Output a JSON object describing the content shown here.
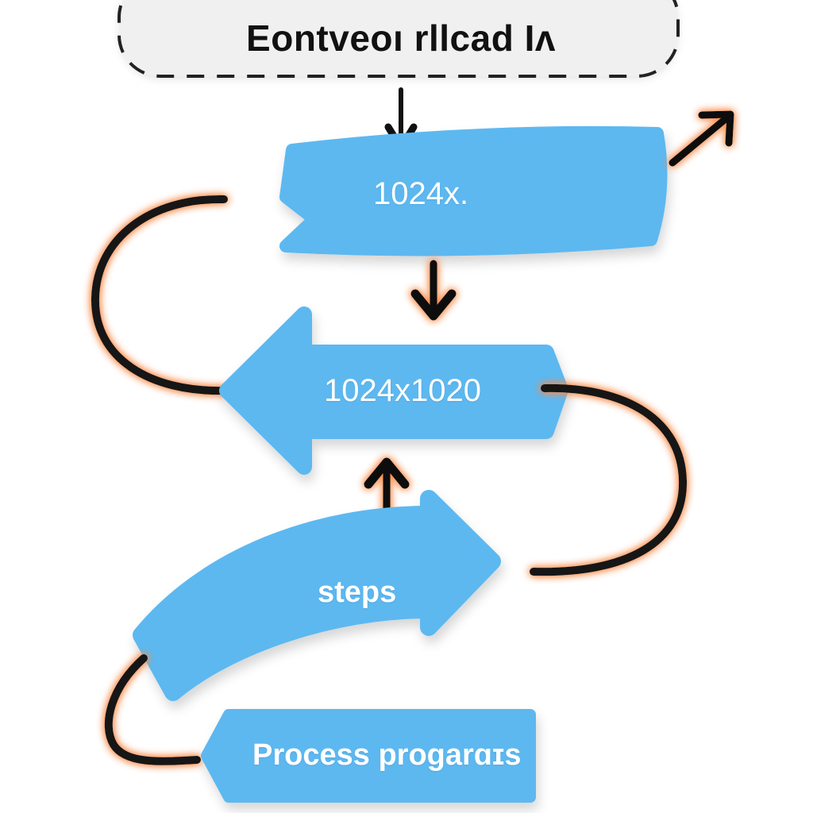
{
  "diagram": {
    "type": "flowchart",
    "background_color": "#ffffff",
    "shape_fill_color": "#5db8f0",
    "shape_text_color": "#ffffff",
    "connector_color": "#151515",
    "connector_glow_color": "#f98c4b",
    "start_box": {
      "label": "Eontveoı rllcad Iʌ",
      "shape": "rounded-rectangle-dashed",
      "fill": "#f0f0f0",
      "border_style": "dashed",
      "border_color": "#222222",
      "text_color": "#111111"
    },
    "nodes": [
      {
        "id": "banner1",
        "label": "1024x.",
        "shape": "curved-ribbon-banner",
        "notched_edge": "left"
      },
      {
        "id": "arrow2",
        "label": "1024x1020",
        "shape": "left-pointing-arrow",
        "notched_edge": "right"
      },
      {
        "id": "steps",
        "label": "steps",
        "shape": "curved-right-arrow"
      },
      {
        "id": "process",
        "label": "Process progarɑɪs",
        "shape": "pentagon-chevron",
        "notched_edge": "left"
      }
    ],
    "connectors": [
      {
        "id": "start-to-banner1",
        "kind": "straight-down-arrow",
        "glow": false
      },
      {
        "id": "banner1-to-arrow2",
        "kind": "straight-down-arrow",
        "glow": true
      },
      {
        "id": "arrow2-to-steps",
        "kind": "straight-up-arrow",
        "glow": true
      },
      {
        "id": "banner1-top-right-out",
        "kind": "diagonal-up-right-arrow",
        "glow": true
      },
      {
        "id": "left-loop-banner1-arrow2",
        "kind": "c-curve-left",
        "glow": true
      },
      {
        "id": "right-loop-arrow2-steps",
        "kind": "d-curve-right",
        "glow": true
      },
      {
        "id": "bottom-left-loop-steps-process",
        "kind": "c-curve-left-small",
        "glow": true
      },
      {
        "id": "process-right-stub",
        "kind": "horizontal-line-stub",
        "glow": true
      }
    ]
  }
}
